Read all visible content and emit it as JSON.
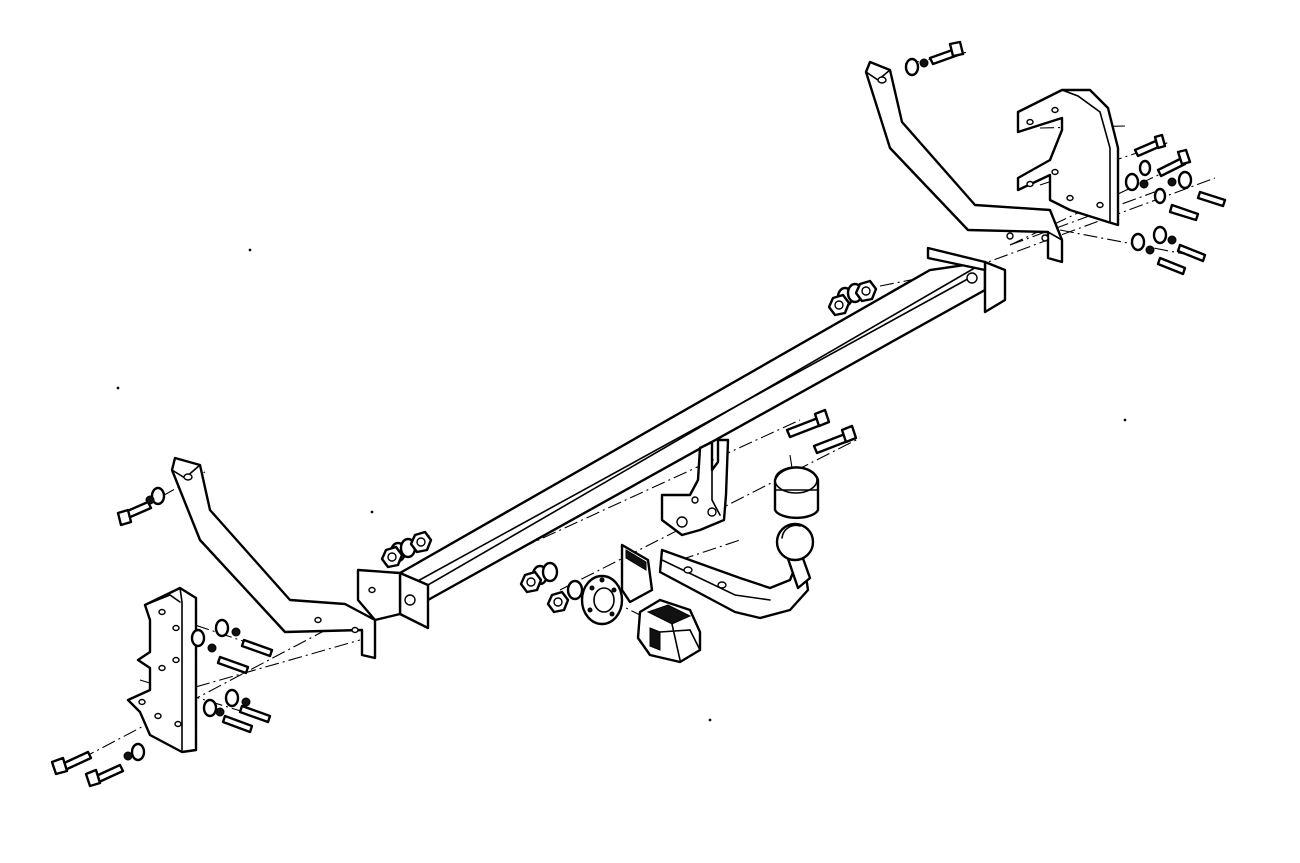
{
  "diagram": {
    "components": [
      "right-upper-bracket",
      "right-side-plate",
      "main-crossbar",
      "left-upper-bracket",
      "left-side-plate",
      "center-mounting-bracket",
      "tow-ball-neck",
      "tow-ball-cover",
      "socket-plate",
      "electrical-socket",
      "bolt-set",
      "washer-set",
      "nut-set"
    ],
    "colors": {
      "line": "#000000",
      "background": "#ffffff"
    }
  }
}
